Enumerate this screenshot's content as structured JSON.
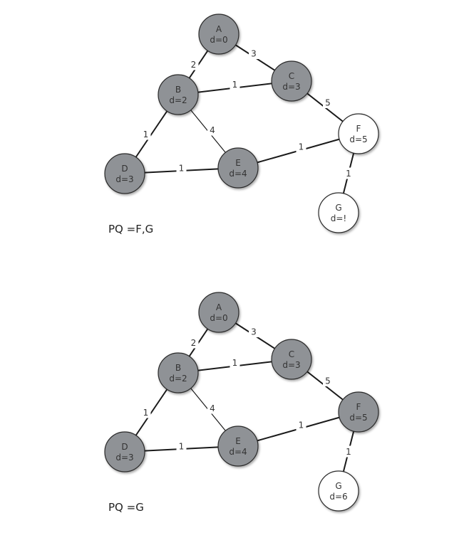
{
  "colors": {
    "visited_fill": "#8f9296",
    "unvisited_fill": "#ffffff",
    "node_stroke": "#2a2a2a",
    "edge_stroke": "#1a1a1a",
    "text": "#333333"
  },
  "panels": [
    {
      "pq_text": "PQ =F,G",
      "nodes": [
        {
          "id": "A",
          "label": "A",
          "dist": "d=0",
          "state": "visited"
        },
        {
          "id": "B",
          "label": "B",
          "dist": "d=2",
          "state": "visited"
        },
        {
          "id": "C",
          "label": "C",
          "dist": "d=3",
          "state": "visited"
        },
        {
          "id": "D",
          "label": "D",
          "dist": "d=3",
          "state": "visited"
        },
        {
          "id": "E",
          "label": "E",
          "dist": "d=4",
          "state": "visited"
        },
        {
          "id": "F",
          "label": "F",
          "dist": "d=5",
          "state": "unvisited"
        },
        {
          "id": "G",
          "label": "G",
          "dist": "d=!",
          "state": "unvisited"
        }
      ],
      "edges": [
        {
          "from": "A",
          "to": "B",
          "weight": "2"
        },
        {
          "from": "A",
          "to": "C",
          "weight": "3"
        },
        {
          "from": "B",
          "to": "C",
          "weight": "1"
        },
        {
          "from": "B",
          "to": "D",
          "weight": "1"
        },
        {
          "from": "B",
          "to": "E",
          "weight": "4"
        },
        {
          "from": "C",
          "to": "F",
          "weight": "5"
        },
        {
          "from": "D",
          "to": "E",
          "weight": "1"
        },
        {
          "from": "E",
          "to": "F",
          "weight": "1"
        },
        {
          "from": "F",
          "to": "G",
          "weight": "1"
        }
      ]
    },
    {
      "pq_text": "PQ =G",
      "nodes": [
        {
          "id": "A",
          "label": "A",
          "dist": "d=0",
          "state": "visited"
        },
        {
          "id": "B",
          "label": "B",
          "dist": "d=2",
          "state": "visited"
        },
        {
          "id": "C",
          "label": "C",
          "dist": "d=3",
          "state": "visited"
        },
        {
          "id": "D",
          "label": "D",
          "dist": "d=3",
          "state": "visited"
        },
        {
          "id": "E",
          "label": "E",
          "dist": "d=4",
          "state": "visited"
        },
        {
          "id": "F",
          "label": "F",
          "dist": "d=5",
          "state": "visited"
        },
        {
          "id": "G",
          "label": "G",
          "dist": "d=6",
          "state": "unvisited"
        }
      ],
      "edges": [
        {
          "from": "A",
          "to": "B",
          "weight": "2"
        },
        {
          "from": "A",
          "to": "C",
          "weight": "3"
        },
        {
          "from": "B",
          "to": "C",
          "weight": "1"
        },
        {
          "from": "B",
          "to": "D",
          "weight": "1"
        },
        {
          "from": "B",
          "to": "E",
          "weight": "4"
        },
        {
          "from": "C",
          "to": "F",
          "weight": "5"
        },
        {
          "from": "D",
          "to": "E",
          "weight": "1"
        },
        {
          "from": "E",
          "to": "F",
          "weight": "1"
        },
        {
          "from": "F",
          "to": "G",
          "weight": "1"
        }
      ]
    }
  ]
}
